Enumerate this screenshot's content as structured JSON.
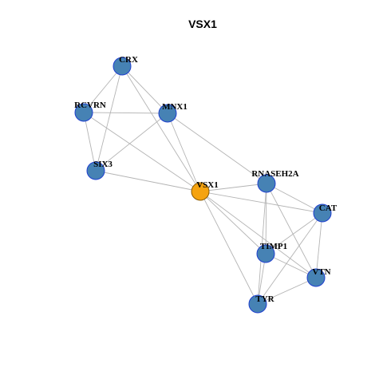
{
  "title": "VSX1",
  "colors": {
    "background": "#ffffff",
    "node_fill": "#4682b4",
    "node_stroke": "#1f3fcf",
    "center_fill": "#f5a30f",
    "center_stroke": "#8a5a00",
    "edge": "#b4b4b4"
  },
  "nodes": [
    {
      "id": "CRX",
      "label": "CRX",
      "center": false
    },
    {
      "id": "RCVRN",
      "label": "RCVRN",
      "center": false
    },
    {
      "id": "MNX1",
      "label": "MNX1",
      "center": false
    },
    {
      "id": "SIX3",
      "label": "SIX3",
      "center": false
    },
    {
      "id": "VSX1",
      "label": "VSX1",
      "center": true
    },
    {
      "id": "RNASEH2A",
      "label": "RNASEH2A",
      "center": false
    },
    {
      "id": "CAT",
      "label": "CAT",
      "center": false
    },
    {
      "id": "TIMP1",
      "label": "TIMP1",
      "center": false
    },
    {
      "id": "VTN",
      "label": "VTN",
      "center": false
    },
    {
      "id": "TYR",
      "label": "TYR",
      "center": false
    }
  ],
  "edges": [
    [
      "CRX",
      "RCVRN"
    ],
    [
      "CRX",
      "MNX1"
    ],
    [
      "CRX",
      "SIX3"
    ],
    [
      "CRX",
      "VSX1"
    ],
    [
      "RCVRN",
      "MNX1"
    ],
    [
      "RCVRN",
      "SIX3"
    ],
    [
      "RCVRN",
      "VSX1"
    ],
    [
      "MNX1",
      "SIX3"
    ],
    [
      "MNX1",
      "VSX1"
    ],
    [
      "MNX1",
      "RNASEH2A"
    ],
    [
      "SIX3",
      "VSX1"
    ],
    [
      "VSX1",
      "RNASEH2A"
    ],
    [
      "VSX1",
      "CAT"
    ],
    [
      "VSX1",
      "TIMP1"
    ],
    [
      "VSX1",
      "VTN"
    ],
    [
      "VSX1",
      "TYR"
    ],
    [
      "RNASEH2A",
      "CAT"
    ],
    [
      "RNASEH2A",
      "TIMP1"
    ],
    [
      "RNASEH2A",
      "VTN"
    ],
    [
      "RNASEH2A",
      "TYR"
    ],
    [
      "CAT",
      "TIMP1"
    ],
    [
      "CAT",
      "VTN"
    ],
    [
      "CAT",
      "TYR"
    ],
    [
      "TIMP1",
      "VTN"
    ],
    [
      "TIMP1",
      "TYR"
    ],
    [
      "VTN",
      "TYR"
    ]
  ]
}
